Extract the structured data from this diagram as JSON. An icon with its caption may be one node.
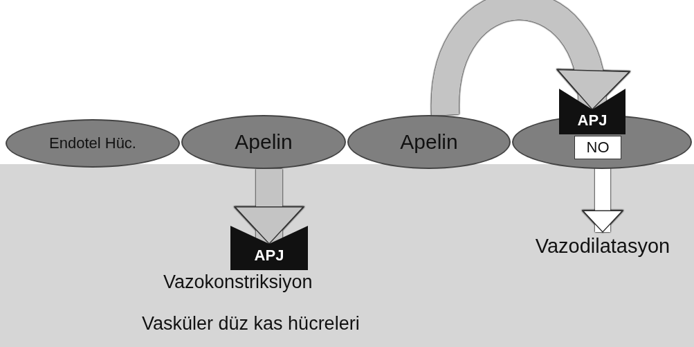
{
  "diagram": {
    "nodes": [
      {
        "text": [
          "Vasküler düz kas hücreleri"
        ]
      },
      {
        "text": [
          "Endotel Hüc."
        ]
      },
      {
        "text": [
          "Apelin"
        ]
      },
      {
        "text": [
          "Apelin"
        ]
      },
      {
        "text": [],
        "shape": "ellipse"
      },
      {
        "text": [
          "APJ"
        ]
      },
      {
        "text": [
          "NO"
        ],
        "in": 4
      },
      {
        "text": [
          "Vazodilatasyon"
        ],
        "in": 0
      },
      {
        "text": [
          "APJ"
        ],
        "in": 0,
        "beside": [
          "Vazokonstriksiyon"
        ]
      }
    ],
    "edges": [
      {
        "from": 2,
        "to": 8,
        "arrow": "to"
      },
      {
        "from": 3,
        "to": 5,
        "arrow": "to"
      },
      {
        "from": 6,
        "to": 7,
        "arrow": "to",
        "color": "#ffffff"
      }
    ]
  }
}
